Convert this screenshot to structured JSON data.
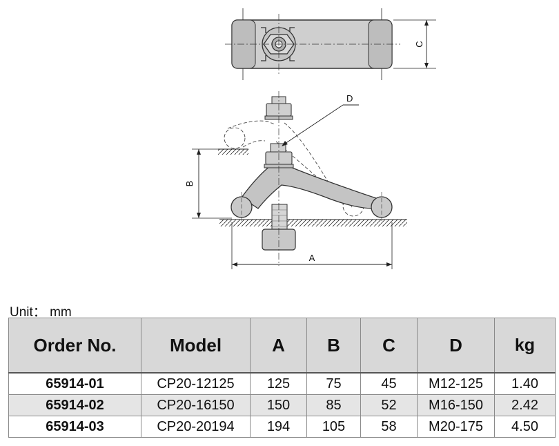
{
  "drawing": {
    "dimension_labels": {
      "a": "A",
      "b": "B",
      "c": "C",
      "d": "D"
    }
  },
  "unit_label": "Unit： mm",
  "table": {
    "headers": [
      "Order No.",
      "Model",
      "A",
      "B",
      "C",
      "D",
      "kg"
    ],
    "rows": [
      [
        "65914-01",
        "CP20-12125",
        "125",
        "75",
        "45",
        "M12-125",
        "1.40"
      ],
      [
        "65914-02",
        "CP20-16150",
        "150",
        "85",
        "52",
        "M16-150",
        "2.42"
      ],
      [
        "65914-03",
        "CP20-20194",
        "194",
        "105",
        "58",
        "M20-175",
        "4.50"
      ]
    ]
  }
}
